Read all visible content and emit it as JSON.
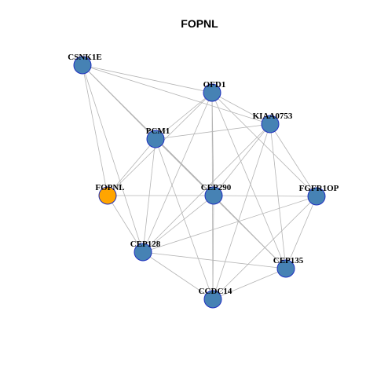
{
  "title": "FOPNL",
  "colors": {
    "default_node": "#4682b4",
    "highlight_node": "#ffa500",
    "node_border": "#1f2fbf",
    "edge": "#b4b4b4"
  },
  "nodes": [
    {
      "id": "CSNK1E",
      "label": "CSNK1E",
      "color": "#4682b4"
    },
    {
      "id": "OFD1",
      "label": "OFD1",
      "color": "#4682b4"
    },
    {
      "id": "KIAA0753",
      "label": "KIAA0753",
      "color": "#4682b4"
    },
    {
      "id": "PCM1",
      "label": "PCM1",
      "color": "#4682b4"
    },
    {
      "id": "FOPNL",
      "label": "FOPNL",
      "color": "#ffa500"
    },
    {
      "id": "CEP290",
      "label": "CEP290",
      "color": "#4682b4"
    },
    {
      "id": "FGFR1OP",
      "label": "FGFR1OP",
      "color": "#4682b4"
    },
    {
      "id": "CEP128",
      "label": "CEP128",
      "color": "#4682b4"
    },
    {
      "id": "CEP135",
      "label": "CEP135",
      "color": "#4682b4"
    },
    {
      "id": "CCDC14",
      "label": "CCDC14",
      "color": "#4682b4"
    }
  ],
  "edges": [
    [
      "CSNK1E",
      "OFD1"
    ],
    [
      "CSNK1E",
      "KIAA0753"
    ],
    [
      "CSNK1E",
      "PCM1"
    ],
    [
      "CSNK1E",
      "FOPNL"
    ],
    [
      "CSNK1E",
      "CEP290"
    ],
    [
      "CSNK1E",
      "CEP128"
    ],
    [
      "CSNK1E",
      "CEP135"
    ],
    [
      "OFD1",
      "KIAA0753"
    ],
    [
      "OFD1",
      "PCM1"
    ],
    [
      "OFD1",
      "FOPNL"
    ],
    [
      "OFD1",
      "CEP290"
    ],
    [
      "OFD1",
      "FGFR1OP"
    ],
    [
      "OFD1",
      "CEP128"
    ],
    [
      "OFD1",
      "CEP135"
    ],
    [
      "OFD1",
      "CCDC14"
    ],
    [
      "KIAA0753",
      "PCM1"
    ],
    [
      "KIAA0753",
      "CEP290"
    ],
    [
      "KIAA0753",
      "FGFR1OP"
    ],
    [
      "KIAA0753",
      "CEP128"
    ],
    [
      "KIAA0753",
      "CEP135"
    ],
    [
      "KIAA0753",
      "CCDC14"
    ],
    [
      "PCM1",
      "FOPNL"
    ],
    [
      "PCM1",
      "CEP290"
    ],
    [
      "PCM1",
      "CEP128"
    ],
    [
      "PCM1",
      "CEP135"
    ],
    [
      "PCM1",
      "CCDC14"
    ],
    [
      "FOPNL",
      "CEP290"
    ],
    [
      "FOPNL",
      "CEP128"
    ],
    [
      "CEP290",
      "FGFR1OP"
    ],
    [
      "CEP290",
      "CEP128"
    ],
    [
      "CEP290",
      "CEP135"
    ],
    [
      "CEP290",
      "CCDC14"
    ],
    [
      "FGFR1OP",
      "CEP128"
    ],
    [
      "FGFR1OP",
      "CEP135"
    ],
    [
      "FGFR1OP",
      "CCDC14"
    ],
    [
      "CEP128",
      "CEP135"
    ],
    [
      "CEP128",
      "CCDC14"
    ],
    [
      "CEP135",
      "CCDC14"
    ]
  ]
}
